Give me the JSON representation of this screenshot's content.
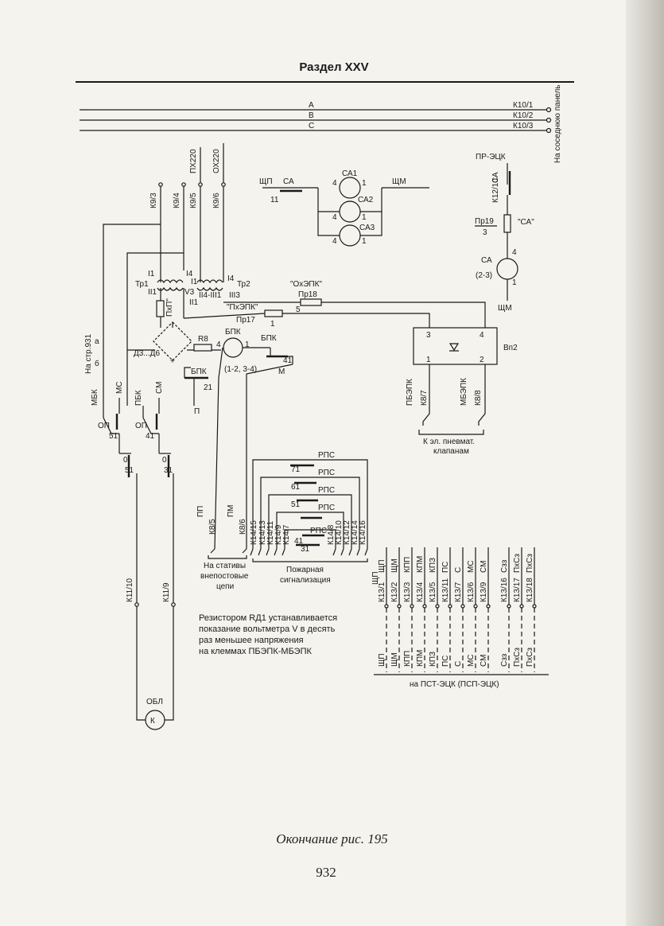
{
  "header": {
    "section": "Раздел XXV"
  },
  "buses": [
    {
      "name": "A",
      "terminal": "К10/1"
    },
    {
      "name": "В",
      "terminal": "К10/2"
    },
    {
      "name": "С",
      "terminal": "К10/3"
    }
  ],
  "bus_side_label": "На соседнюю панель",
  "top_terminals": [
    "К9/3",
    "К9/4",
    "К9/5",
    "К9/6"
  ],
  "top_circuits": [
    "ПХ220",
    "ОХ220"
  ],
  "transformers": {
    "tr1": "Тр1",
    "tr2": "Тр2",
    "windings": [
      "I1",
      "I4",
      "I1",
      "I4",
      "II1",
      "V3",
      "II1",
      "II4-III1",
      "III3"
    ],
    "fuse": "ПхП\""
  },
  "left_labels": [
    "На стр.931",
    "а",
    "б",
    "Д3...Д6",
    "+"
  ],
  "resistor": {
    "name": "R8",
    "lamp": "БПК",
    "lamp_pins": "(1-2, 3-4)",
    "pin4": "4",
    "pin1": "1"
  },
  "bpk_contacts": [
    {
      "name": "БПК",
      "num": "41",
      "extra": "М"
    },
    {
      "name": "БПК",
      "num": "21",
      "extra": "П"
    }
  ],
  "fuses": [
    {
      "name": "\"ПхЭПК\"",
      "ref": "Пр17",
      "pin": "1"
    },
    {
      "name": "\"ОхЭПК\"",
      "ref": "Пр18",
      "pin": "5"
    }
  ],
  "ca_block": {
    "left_label": "ЩП",
    "left_contact": "СА",
    "left_num": "11",
    "right_label": "ЩМ",
    "relays": [
      "СА1",
      "СА2",
      "СА3"
    ],
    "pin_left": "4",
    "pin_right": "1"
  },
  "right_circuit": {
    "top": "ПР-ЭЦК",
    "terminal": "К12/10",
    "contact": "СА",
    "fuse": "Пр19",
    "fuse_num": "3",
    "fuse_label": "\"СА\"",
    "relay": "СА",
    "relay_pins": "(2-3)",
    "pin4": "4",
    "pin1": "1",
    "bottom": "ЩМ"
  },
  "valve_block": {
    "name": "Вп2",
    "pins": [
      "3",
      "4",
      "1",
      "2"
    ],
    "outputs": [
      {
        "name": "ПБЭПК",
        "terminal": "К8/7"
      },
      {
        "name": "МБЭПК",
        "terminal": "К8/8"
      }
    ],
    "caption": [
      "К эл. пневмат.",
      "клапанам"
    ]
  },
  "left_contacts": [
    {
      "name": "МБК",
      "sub": "ОП",
      "num": "51"
    },
    {
      "name": "МС",
      "sub": "",
      "num": ""
    },
    {
      "name": "ПБК",
      "sub": "ОП",
      "num": "41"
    },
    {
      "name": "СМ",
      "sub": "",
      "num": ""
    }
  ],
  "lower_contacts": [
    {
      "top": "0",
      "bottom": "51"
    },
    {
      "top": "0",
      "bottom": "31"
    }
  ],
  "lower_terminals": [
    "К11/10",
    "К11/9"
  ],
  "obl": {
    "name": "ОБЛ",
    "symbol": "К"
  },
  "rps_contacts": [
    {
      "name": "РПС",
      "num": "71"
    },
    {
      "name": "РПС",
      "num": "61"
    },
    {
      "name": "РПС",
      "num": "51"
    },
    {
      "name": "РПС",
      "num": "41"
    },
    {
      "name": "РПС",
      "num": "31"
    }
  ],
  "mid_terminals": [
    {
      "label": "ПП",
      "terminal": "К8/5"
    },
    {
      "label": "ПМ",
      "terminal": "К8/6"
    }
  ],
  "k14_terminals": [
    "К14/15",
    "К14/13",
    "К14/11",
    "К14/9",
    "К14/7",
    "К14/8",
    "К14/10",
    "К14/12",
    "К14/14",
    "К14/16"
  ],
  "mid_captions": {
    "left": [
      "На стативы",
      "внепостовые",
      "цепи"
    ],
    "right": [
      "Пожарная",
      "сигнализация"
    ]
  },
  "shp_label": "ЩП",
  "k13_columns": [
    {
      "signal": "ЩП",
      "terminal": "К13/1"
    },
    {
      "signal": "ЩМ",
      "terminal": "К13/2"
    },
    {
      "signal": "КПП",
      "terminal": "К13/3"
    },
    {
      "signal": "КПМ",
      "terminal": "К13/4"
    },
    {
      "signal": "КПЗ",
      "terminal": "К13/5"
    },
    {
      "signal": "ПС",
      "terminal": "К13/11"
    },
    {
      "signal": "С",
      "terminal": "К13/7"
    },
    {
      "signal": "МС",
      "terminal": "К13/6"
    },
    {
      "signal": "СМ",
      "terminal": "К13/9"
    },
    {
      "signal": "Сзз",
      "terminal": "К13/16"
    },
    {
      "signal": "ПхСз",
      "terminal": "К13/17"
    },
    {
      "signal": "ПхСз",
      "terminal": "К13/18"
    }
  ],
  "k13_bottom_labels": [
    "ЩП",
    "ЩМ",
    "КПП",
    "КПМ",
    "КПЗ",
    "ПС",
    "С",
    "МС",
    "СМ",
    "Сзз",
    "ПхСз",
    "ПхСз"
  ],
  "k13_caption": "на ПСТ-ЭЦК (ПСП-ЭЦК)",
  "note": [
    "Резистором RД1 устанавливается",
    "показание вольтметра V в десять",
    "раз меньшее напряжения",
    "на клеммах ПБЭПК-МБЭПК"
  ],
  "caption": "Окончание рис. 195",
  "page_number": "932"
}
